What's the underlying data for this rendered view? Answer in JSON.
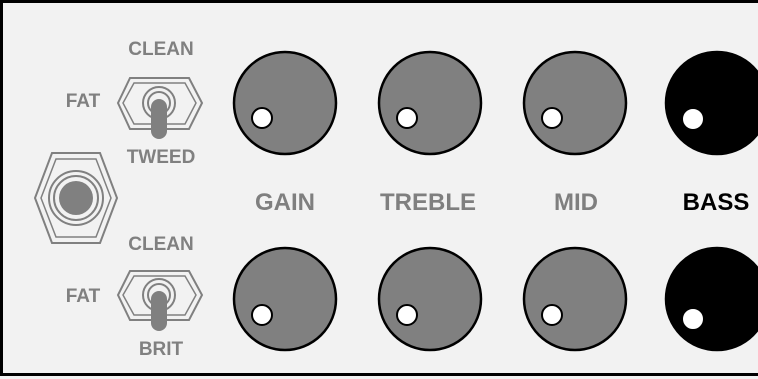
{
  "switches": [
    {
      "top_label": "CLEAN",
      "side_label": "FAT",
      "bottom_label": "TWEED",
      "lever_position": "down"
    },
    {
      "top_label": "CLEAN",
      "side_label": "FAT",
      "bottom_label": "BRIT",
      "lever_position": "down"
    }
  ],
  "knob_labels": [
    {
      "text": "GAIN",
      "color": "#7f7f7f"
    },
    {
      "text": "TREBLE",
      "color": "#7f7f7f"
    },
    {
      "text": "MID",
      "color": "#7f7f7f"
    },
    {
      "text": "BASS",
      "color": "#000000"
    }
  ],
  "knob_colors": {
    "gray": "#808080",
    "black": "#000000",
    "indicator": "#ffffff"
  },
  "jack": {
    "color": "#808080"
  }
}
